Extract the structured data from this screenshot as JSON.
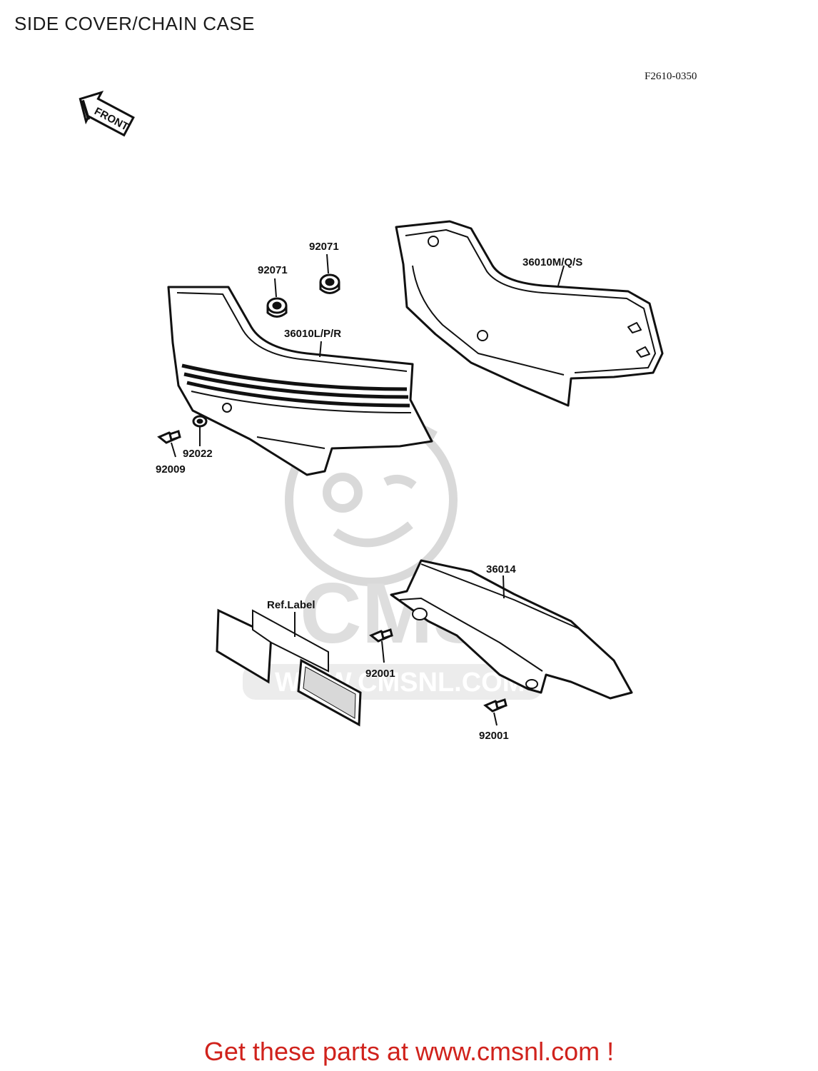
{
  "header": {
    "title": "SIDE COVER/CHAIN CASE",
    "figure_code": "F2610-0350"
  },
  "direction": {
    "label": "FRONT"
  },
  "watermark": {
    "brand": "CMS",
    "url": "WWW.CMSNL.COM"
  },
  "parts": {
    "grommet_upper": "92071",
    "grommet_lower": "92071",
    "cover_left": "36010L/P/R",
    "cover_right": "36010M/Q/S",
    "bolt_cover": "92009",
    "washer": "92022",
    "chain_case": "36014",
    "ref_label": "Ref.Label",
    "bolt_case_upper": "92001",
    "bolt_case_lower": "92001"
  },
  "footer": {
    "cta": "Get these parts at www.cmsnl.com !"
  },
  "colors": {
    "line": "#111111",
    "watermark": "#d9d9d9",
    "cta": "#d0221c"
  }
}
